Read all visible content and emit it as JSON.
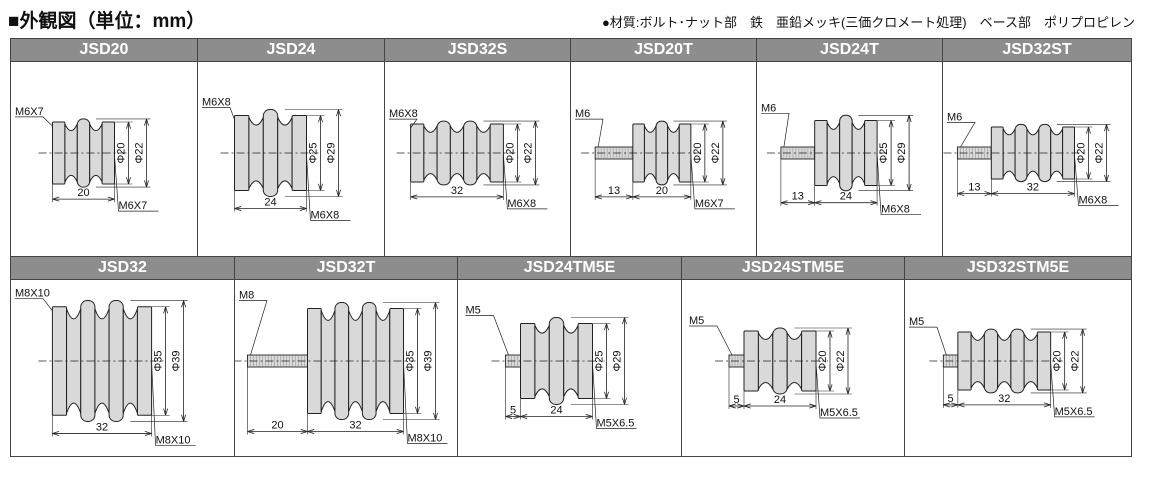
{
  "title": "■外観図（単位：mm）",
  "material": "●材質:ボルト･ナット部　鉄　亜鉛メッキ(三価クロメート処理)　ベース部　ポリプロピレン",
  "rows": [
    [
      {
        "name": "JSD20",
        "left_label": "M6X7",
        "right_label": "M6X7",
        "length": "20",
        "stud": "",
        "inner": "Φ20",
        "outer": "Φ22"
      },
      {
        "name": "JSD24",
        "left_label": "M6X8",
        "right_label": "M6X8",
        "length": "24",
        "stud": "",
        "inner": "Φ25",
        "outer": "Φ29"
      },
      {
        "name": "JSD32S",
        "left_label": "M6X8",
        "right_label": "M6X8",
        "length": "32",
        "stud": "",
        "inner": "Φ20",
        "outer": "Φ22"
      },
      {
        "name": "JSD20T",
        "left_label": "M6",
        "right_label": "M6X7",
        "length": "20",
        "stud": "13",
        "inner": "Φ20",
        "outer": "Φ22"
      },
      {
        "name": "JSD24T",
        "left_label": "M6",
        "right_label": "M6X8",
        "length": "24",
        "stud": "13",
        "inner": "Φ25",
        "outer": "Φ29"
      },
      {
        "name": "JSD32ST",
        "left_label": "M6",
        "right_label": "M6X8",
        "length": "32",
        "stud": "13",
        "inner": "Φ20",
        "outer": "Φ22"
      }
    ],
    [
      {
        "name": "JSD32",
        "left_label": "M8X10",
        "right_label": "M8X10",
        "length": "32",
        "stud": "",
        "inner": "Φ35",
        "outer": "Φ39"
      },
      {
        "name": "JSD32T",
        "left_label": "M8",
        "right_label": "M8X10",
        "length": "32",
        "stud": "20",
        "inner": "Φ35",
        "outer": "Φ39"
      },
      {
        "name": "JSD24TM5E",
        "left_label": "M5",
        "right_label": "M5X6.5",
        "length": "24",
        "stud": "5",
        "inner": "Φ25",
        "outer": "Φ29"
      },
      {
        "name": "JSD24STM5E",
        "left_label": "M5",
        "right_label": "M5X6.5",
        "length": "24",
        "stud": "5",
        "inner": "Φ20",
        "outer": "Φ22"
      },
      {
        "name": "JSD32STM5E",
        "left_label": "M5",
        "right_label": "M5X6.5",
        "length": "32",
        "stud": "5",
        "inner": "Φ20",
        "outer": "Φ22"
      }
    ]
  ]
}
